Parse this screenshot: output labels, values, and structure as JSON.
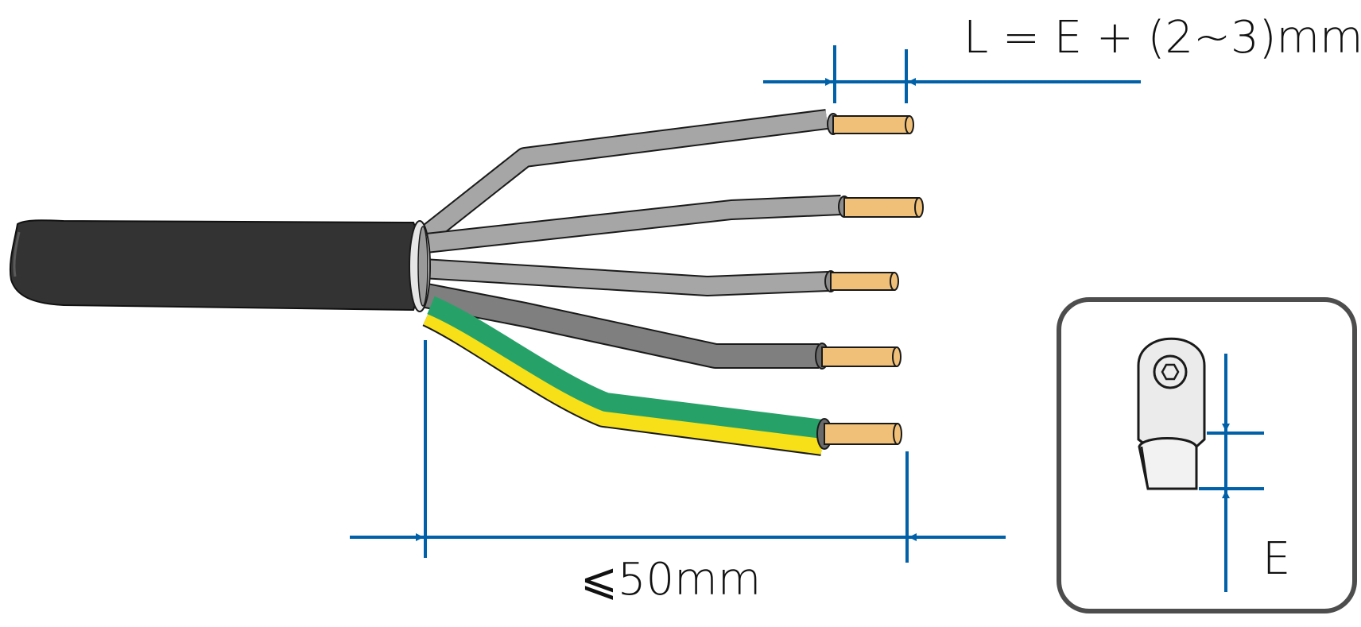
{
  "labels": {
    "wire_length_formula": "L = E + (2~3)mm",
    "strip_length_limit": "⩽50mm",
    "terminal_dimension": "E"
  },
  "colors": {
    "outer_jacket": "#333333",
    "gray_wire": "#a6a6a6",
    "dark_gray_wire": "#7f7f7f",
    "ground_wire_green": "#26a269",
    "ground_wire_yellow": "#f7e017",
    "copper_conductor": "#f0c078",
    "dimension_line": "#0060a8",
    "terminal_fill": "#ebebeb",
    "inset_frame": "#4d4d4d"
  },
  "icons": {
    "cable": "stripped-multicore-cable",
    "terminal": "ring-lug-terminal"
  }
}
